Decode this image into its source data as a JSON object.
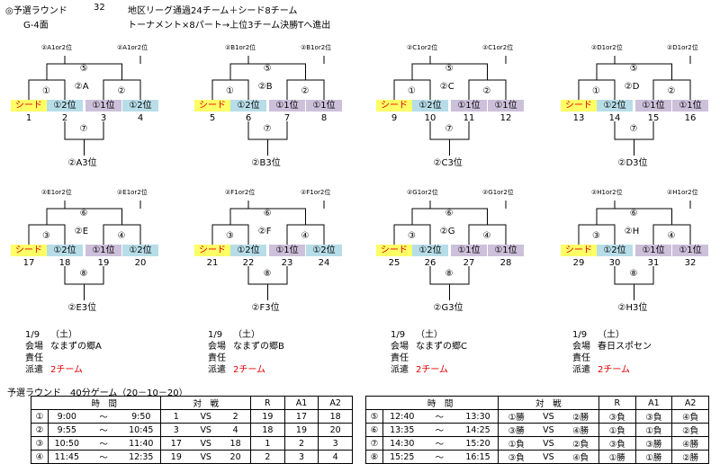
{
  "header": {
    "title": "◎予選ラウンド",
    "count": "32",
    "desc1": "地区リーグ通過24チーム＋シード8チーム",
    "venue": "G-4面",
    "desc2": "トーナメント×8パート→上位3チーム決勝Tへ進出"
  },
  "colors": {
    "seed": "#ffff66",
    "pos12": "#b7dde8",
    "pos11": "#ccc0da",
    "seed_text": "#e00000"
  },
  "brackets": [
    {
      "g": "A",
      "top1": "②A1or2位",
      "top2": "②A1or2位",
      "m5": "⑤",
      "m1": "①",
      "m2": "②",
      "mid": "②A",
      "s1": "シード",
      "s2": "①2位",
      "s3": "①1位",
      "s4": "①2位",
      "n1": "1",
      "n2": "2",
      "n3": "3",
      "n4": "4",
      "m7": "⑦",
      "res": "②A3位"
    },
    {
      "g": "B",
      "top1": "②B1or2位",
      "top2": "②B1or2位",
      "m5": "⑤",
      "m1": "①",
      "m2": "②",
      "mid": "②B",
      "s1": "シード",
      "s2": "①2位",
      "s3": "①1位",
      "s4": "①1位",
      "n1": "5",
      "n2": "6",
      "n3": "7",
      "n4": "8",
      "m7": "⑦",
      "res": "②B3位"
    },
    {
      "g": "C",
      "top1": "②C1or2位",
      "top2": "②C1or2位",
      "m5": "⑤",
      "m1": "①",
      "m2": "②",
      "mid": "②C",
      "s1": "シード",
      "s2": "①2位",
      "s3": "①1位",
      "s4": "①1位",
      "n1": "9",
      "n2": "10",
      "n3": "11",
      "n4": "12",
      "m7": "⑦",
      "res": "②C3位"
    },
    {
      "g": "D",
      "top1": "②D1or2位",
      "top2": "②D1or2位",
      "m5": "⑤",
      "m1": "①",
      "m2": "②",
      "mid": "②D",
      "s1": "シード",
      "s2": "①2位",
      "s3": "①1位",
      "s4": "①1位",
      "n1": "13",
      "n2": "14",
      "n3": "15",
      "n4": "16",
      "m7": "⑦",
      "res": "②D3位"
    },
    {
      "g": "E",
      "top1": "②E1or2位",
      "top2": "②E1or2位",
      "m5": "⑥",
      "m1": "③",
      "m2": "④",
      "mid": "②E",
      "s1": "シード",
      "s2": "①2位",
      "s3": "①1位",
      "s4": "①2位",
      "n1": "17",
      "n2": "18",
      "n3": "19",
      "n4": "20",
      "m7": "⑧",
      "res": "②E3位"
    },
    {
      "g": "F",
      "top1": "②F1or2位",
      "top2": "②F1or2位",
      "m5": "⑥",
      "m1": "③",
      "m2": "④",
      "mid": "②F",
      "s1": "シード",
      "s2": "①2位",
      "s3": "①1位",
      "s4": "①2位",
      "n1": "21",
      "n2": "22",
      "n3": "23",
      "n4": "24",
      "m7": "⑧",
      "res": "②F3位"
    },
    {
      "g": "G",
      "top1": "②G1or2位",
      "top2": "②G1or2位",
      "m5": "⑥",
      "m1": "③",
      "m2": "④",
      "mid": "②G",
      "s1": "シード",
      "s2": "①2位",
      "s3": "①1位",
      "s4": "①1位",
      "n1": "25",
      "n2": "26",
      "n3": "27",
      "n4": "28",
      "m7": "⑧",
      "res": "②G3位"
    },
    {
      "g": "H",
      "top1": "②H1or2位",
      "top2": "②H1or2位",
      "m5": "⑥",
      "m1": "③",
      "m2": "④",
      "mid": "②H",
      "s1": "シード",
      "s2": "①2位",
      "s3": "①1位",
      "s4": "①1位",
      "n1": "29",
      "n2": "30",
      "n3": "31",
      "n4": "32",
      "m7": "⑧",
      "res": "②H3位"
    }
  ],
  "venues": [
    {
      "date": "1/9",
      "dow": "（土）",
      "venue_lbl": "会場",
      "venue": "なまずの郷A",
      "resp_lbl": "責任",
      "send_lbl": "派遣",
      "send": "2チーム"
    },
    {
      "date": "1/9",
      "dow": "（土）",
      "venue_lbl": "会場",
      "venue": "なまずの郷B",
      "resp_lbl": "責任",
      "send_lbl": "派遣",
      "send": "2チーム"
    },
    {
      "date": "1/9",
      "dow": "（土）",
      "venue_lbl": "会場",
      "venue": "なまずの郷C",
      "resp_lbl": "責任",
      "send_lbl": "派遣",
      "send": "2チーム"
    },
    {
      "date": "1/9",
      "dow": "（土）",
      "venue_lbl": "会場",
      "venue": "春日スポセン",
      "resp_lbl": "責任",
      "send_lbl": "派遣",
      "send": "2チーム"
    }
  ],
  "schedule_title": "予選ラウンド　40分ゲーム（20－10－20）",
  "table_headers": {
    "time": "時　間",
    "match": "対　戦",
    "r": "R",
    "a1": "A1",
    "a2": "A2"
  },
  "schedule_left": [
    {
      "no": "①",
      "start": "9:00",
      "tilde": "～",
      "end": "9:50",
      "t1": "1",
      "vs": "VS",
      "t2": "2",
      "r": "19",
      "a1": "17",
      "a2": "18"
    },
    {
      "no": "②",
      "start": "9:55",
      "tilde": "～",
      "end": "10:45",
      "t1": "3",
      "vs": "VS",
      "t2": "4",
      "r": "18",
      "a1": "19",
      "a2": "20"
    },
    {
      "no": "③",
      "start": "10:50",
      "tilde": "～",
      "end": "11:40",
      "t1": "17",
      "vs": "VS",
      "t2": "18",
      "r": "1",
      "a1": "2",
      "a2": "3"
    },
    {
      "no": "④",
      "start": "11:45",
      "tilde": "～",
      "end": "12:35",
      "t1": "19",
      "vs": "VS",
      "t2": "20",
      "r": "2",
      "a1": "3",
      "a2": "4"
    }
  ],
  "schedule_right": [
    {
      "no": "⑤",
      "start": "12:40",
      "tilde": "～",
      "end": "13:30",
      "t1": "①勝",
      "vs": "VS",
      "t2": "②勝",
      "r": "③負",
      "a1": "③負",
      "a2": "④負"
    },
    {
      "no": "⑥",
      "start": "13:35",
      "tilde": "～",
      "end": "14:25",
      "t1": "③勝",
      "vs": "VS",
      "t2": "④勝",
      "r": "①負",
      "a1": "①負",
      "a2": "②負"
    },
    {
      "no": "⑦",
      "start": "14:30",
      "tilde": "～",
      "end": "15:20",
      "t1": "①負",
      "vs": "VS",
      "t2": "②負",
      "r": "③負",
      "a1": "③勝",
      "a2": "④勝"
    },
    {
      "no": "⑧",
      "start": "15:25",
      "tilde": "～",
      "end": "16:15",
      "t1": "③負",
      "vs": "VS",
      "t2": "④負",
      "r": "①勝",
      "a1": "①勝",
      "a2": "②勝"
    }
  ]
}
